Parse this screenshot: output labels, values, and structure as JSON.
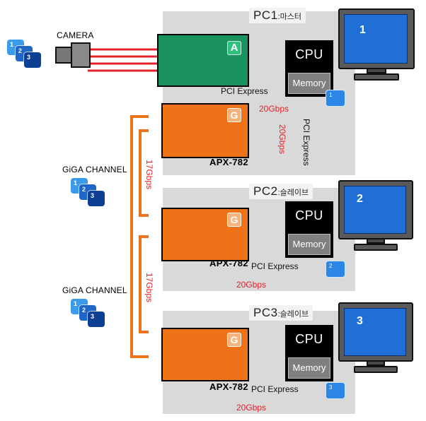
{
  "pcs": [
    {
      "title": "PC1",
      "subtitle": ":마스터",
      "cpu": "CPU",
      "memory": "Memory",
      "monitor": "1",
      "tile": "1"
    },
    {
      "title": "PC2",
      "subtitle": ":슬레이브",
      "cpu": "CPU",
      "memory": "Memory",
      "monitor": "2",
      "tile": "2"
    },
    {
      "title": "PC3",
      "subtitle": ":슬레이브",
      "cpu": "CPU",
      "memory": "Memory",
      "monitor": "3",
      "tile": "3"
    }
  ],
  "camera_label": "CAMERA",
  "giga_channel_label": "GiGA CHANNEL",
  "card_model": "APX-782",
  "pci_express": "PCI Express",
  "speeds": {
    "pc_link": "20Gbps",
    "giga_link": "17Gbps"
  },
  "tiles": [
    "1",
    "2",
    "3"
  ],
  "colors": {
    "pc_box": "#d9d9d9",
    "orange_card": "#ee7218",
    "green_card": "#1b9361",
    "pci_link": "#1f2fa0",
    "speed_text": "#e32229",
    "camera_cable": "#e32229",
    "giga_cable": "#ee7218",
    "screen": "#1f6fd6"
  },
  "icons": {
    "card_logo": "g-logo-icon",
    "green_logo": "a-logo-icon",
    "camera": "camera-icon",
    "monitor": "monitor-icon"
  }
}
